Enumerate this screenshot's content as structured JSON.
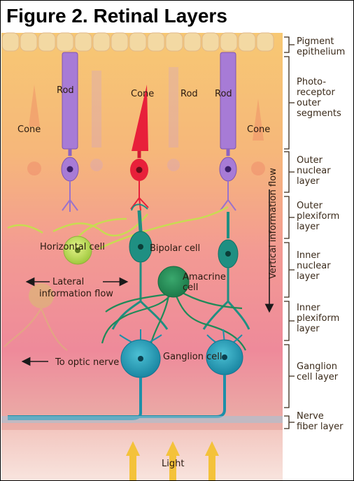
{
  "title": "Figure 2. Retinal Layers",
  "cells": {
    "rod": "Rod",
    "cone": "Cone",
    "horizontal": "Horizontal cell",
    "bipolar": "Bipolar cell",
    "amacrine_1": "Amacrine",
    "amacrine_2": "cell",
    "ganglion": "Ganglion cell"
  },
  "flows": {
    "lateral_1": "Lateral",
    "lateral_2": "information flow",
    "optic": "To optic nerve",
    "vertical": "Vertical information flow",
    "light": "Light"
  },
  "layers": [
    {
      "lines": [
        "Pigment",
        "epithelium"
      ]
    },
    {
      "lines": [
        "Photo-",
        "receptor",
        "outer",
        "segments"
      ]
    },
    {
      "lines": [
        "Outer",
        "nuclear",
        "layer"
      ]
    },
    {
      "lines": [
        "Outer",
        "plexiform",
        "layer"
      ]
    },
    {
      "lines": [
        "Inner",
        "nuclear",
        "layer"
      ]
    },
    {
      "lines": [
        "Inner",
        "plexiform",
        "layer"
      ]
    },
    {
      "lines": [
        "Ganglion",
        "cell layer"
      ]
    },
    {
      "lines": [
        "Nerve",
        "fiber layer"
      ]
    }
  ],
  "colors": {
    "rod": "#a77bd6",
    "cone": "#e8203a",
    "bipolar": "#1f8f82",
    "ganglion": "#1d8fa8",
    "horizontal": "#b9d84a",
    "arrow": "#f4c23a"
  }
}
